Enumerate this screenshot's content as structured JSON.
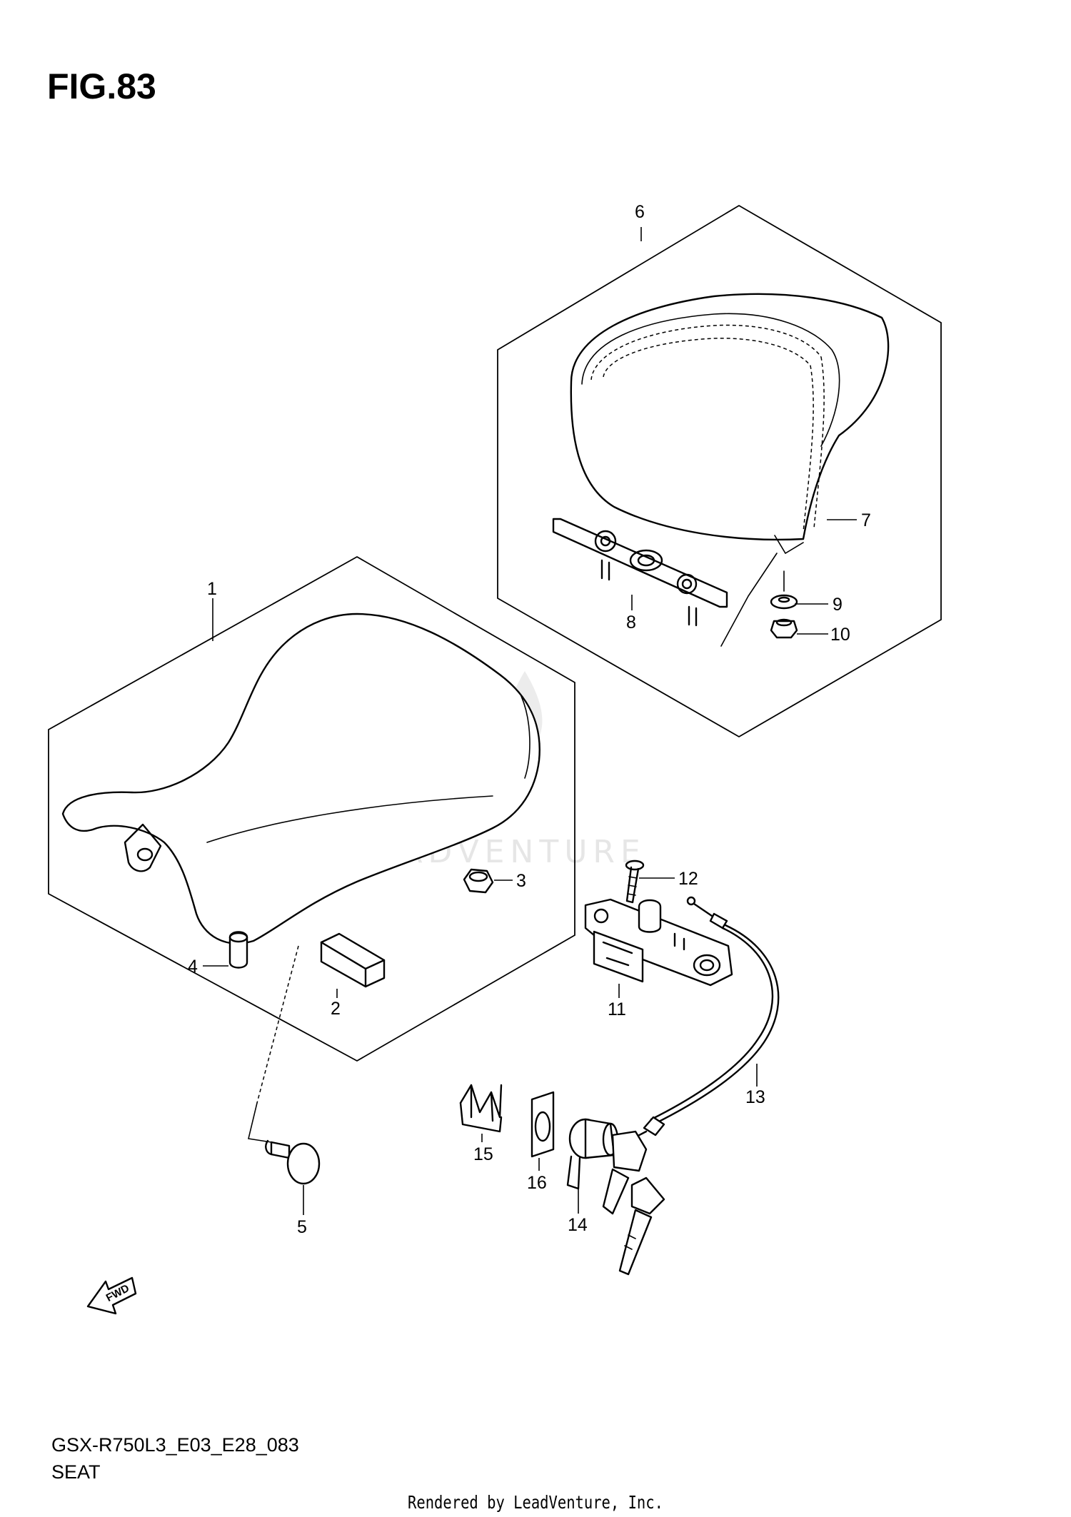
{
  "header": {
    "figure": "FIG.83"
  },
  "footer": {
    "model_code": "GSX-R750L3_E03_E28_083",
    "section": "SEAT",
    "rendered_by": "Rendered by LeadVenture, Inc."
  },
  "watermark": "LEADVENTURE",
  "fwd_badge": "FWD",
  "callouts": [
    {
      "id": "1",
      "label": "1"
    },
    {
      "id": "2",
      "label": "2"
    },
    {
      "id": "3",
      "label": "3"
    },
    {
      "id": "4",
      "label": "4"
    },
    {
      "id": "5",
      "label": "5"
    },
    {
      "id": "6",
      "label": "6"
    },
    {
      "id": "7",
      "label": "7"
    },
    {
      "id": "8",
      "label": "8"
    },
    {
      "id": "9",
      "label": "9"
    },
    {
      "id": "10",
      "label": "10"
    },
    {
      "id": "11",
      "label": "11"
    },
    {
      "id": "12",
      "label": "12"
    },
    {
      "id": "13",
      "label": "13"
    },
    {
      "id": "14",
      "label": "14"
    },
    {
      "id": "15",
      "label": "15"
    },
    {
      "id": "16",
      "label": "16"
    }
  ]
}
